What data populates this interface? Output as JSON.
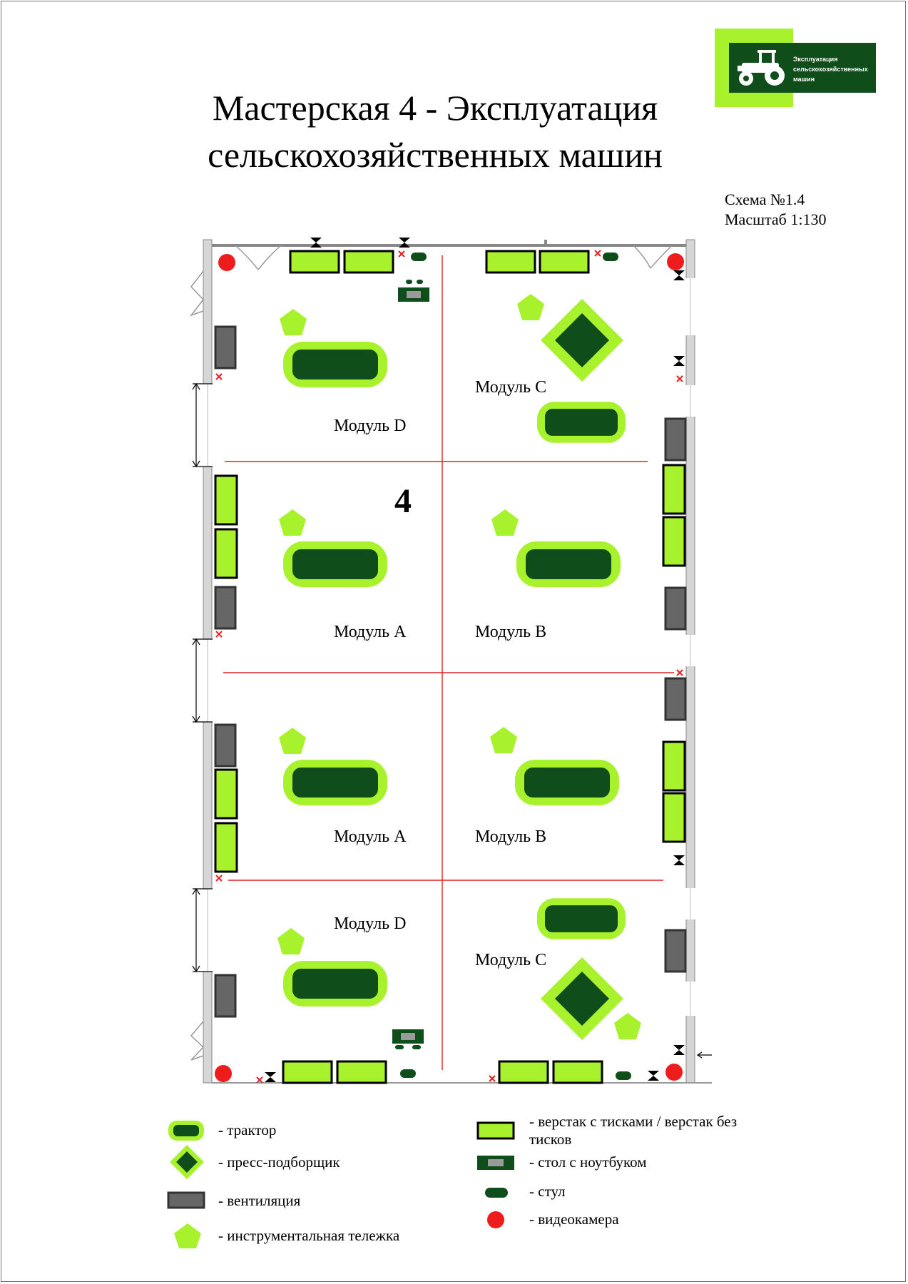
{
  "title": {
    "line1": "Мастерская 4 - Эксплуатация",
    "line2": "сельскохозяйственных машин"
  },
  "logo": {
    "icon": "tractor-icon",
    "line1": "Эксплуатация",
    "line2": "сельскохозяйственных",
    "line3": "машин"
  },
  "schema": {
    "number": "Схема №1.4",
    "scale": "Масштаб 1:130"
  },
  "plan": {
    "workshop_number": "4",
    "modules": {
      "top_left": "Модуль D",
      "top_right": "Модуль C",
      "upper_mid_left": "Модуль A",
      "upper_mid_right": "Модуль B",
      "lower_mid_left": "Модуль A",
      "lower_mid_right": "Модуль B",
      "bottom_left": "Модуль D",
      "bottom_right": "Модуль C"
    }
  },
  "legend": {
    "tractor": "- трактор",
    "baler": "- пресс-подборщик",
    "ventilation": "- вентиляция",
    "tool_cart": "- инструментальная тележка",
    "workbench": "- верстак с тисками / верстак без тисков",
    "laptop_table": "- стол с ноутбуком",
    "chair": "- стул",
    "camera": "- видеокамера"
  },
  "colors": {
    "light_green": "#a8f22d",
    "dark_green": "#0f4d1b",
    "ventilation_gray": "#666666",
    "camera_red": "#ee1c1c",
    "divider_red": "#e02020"
  }
}
